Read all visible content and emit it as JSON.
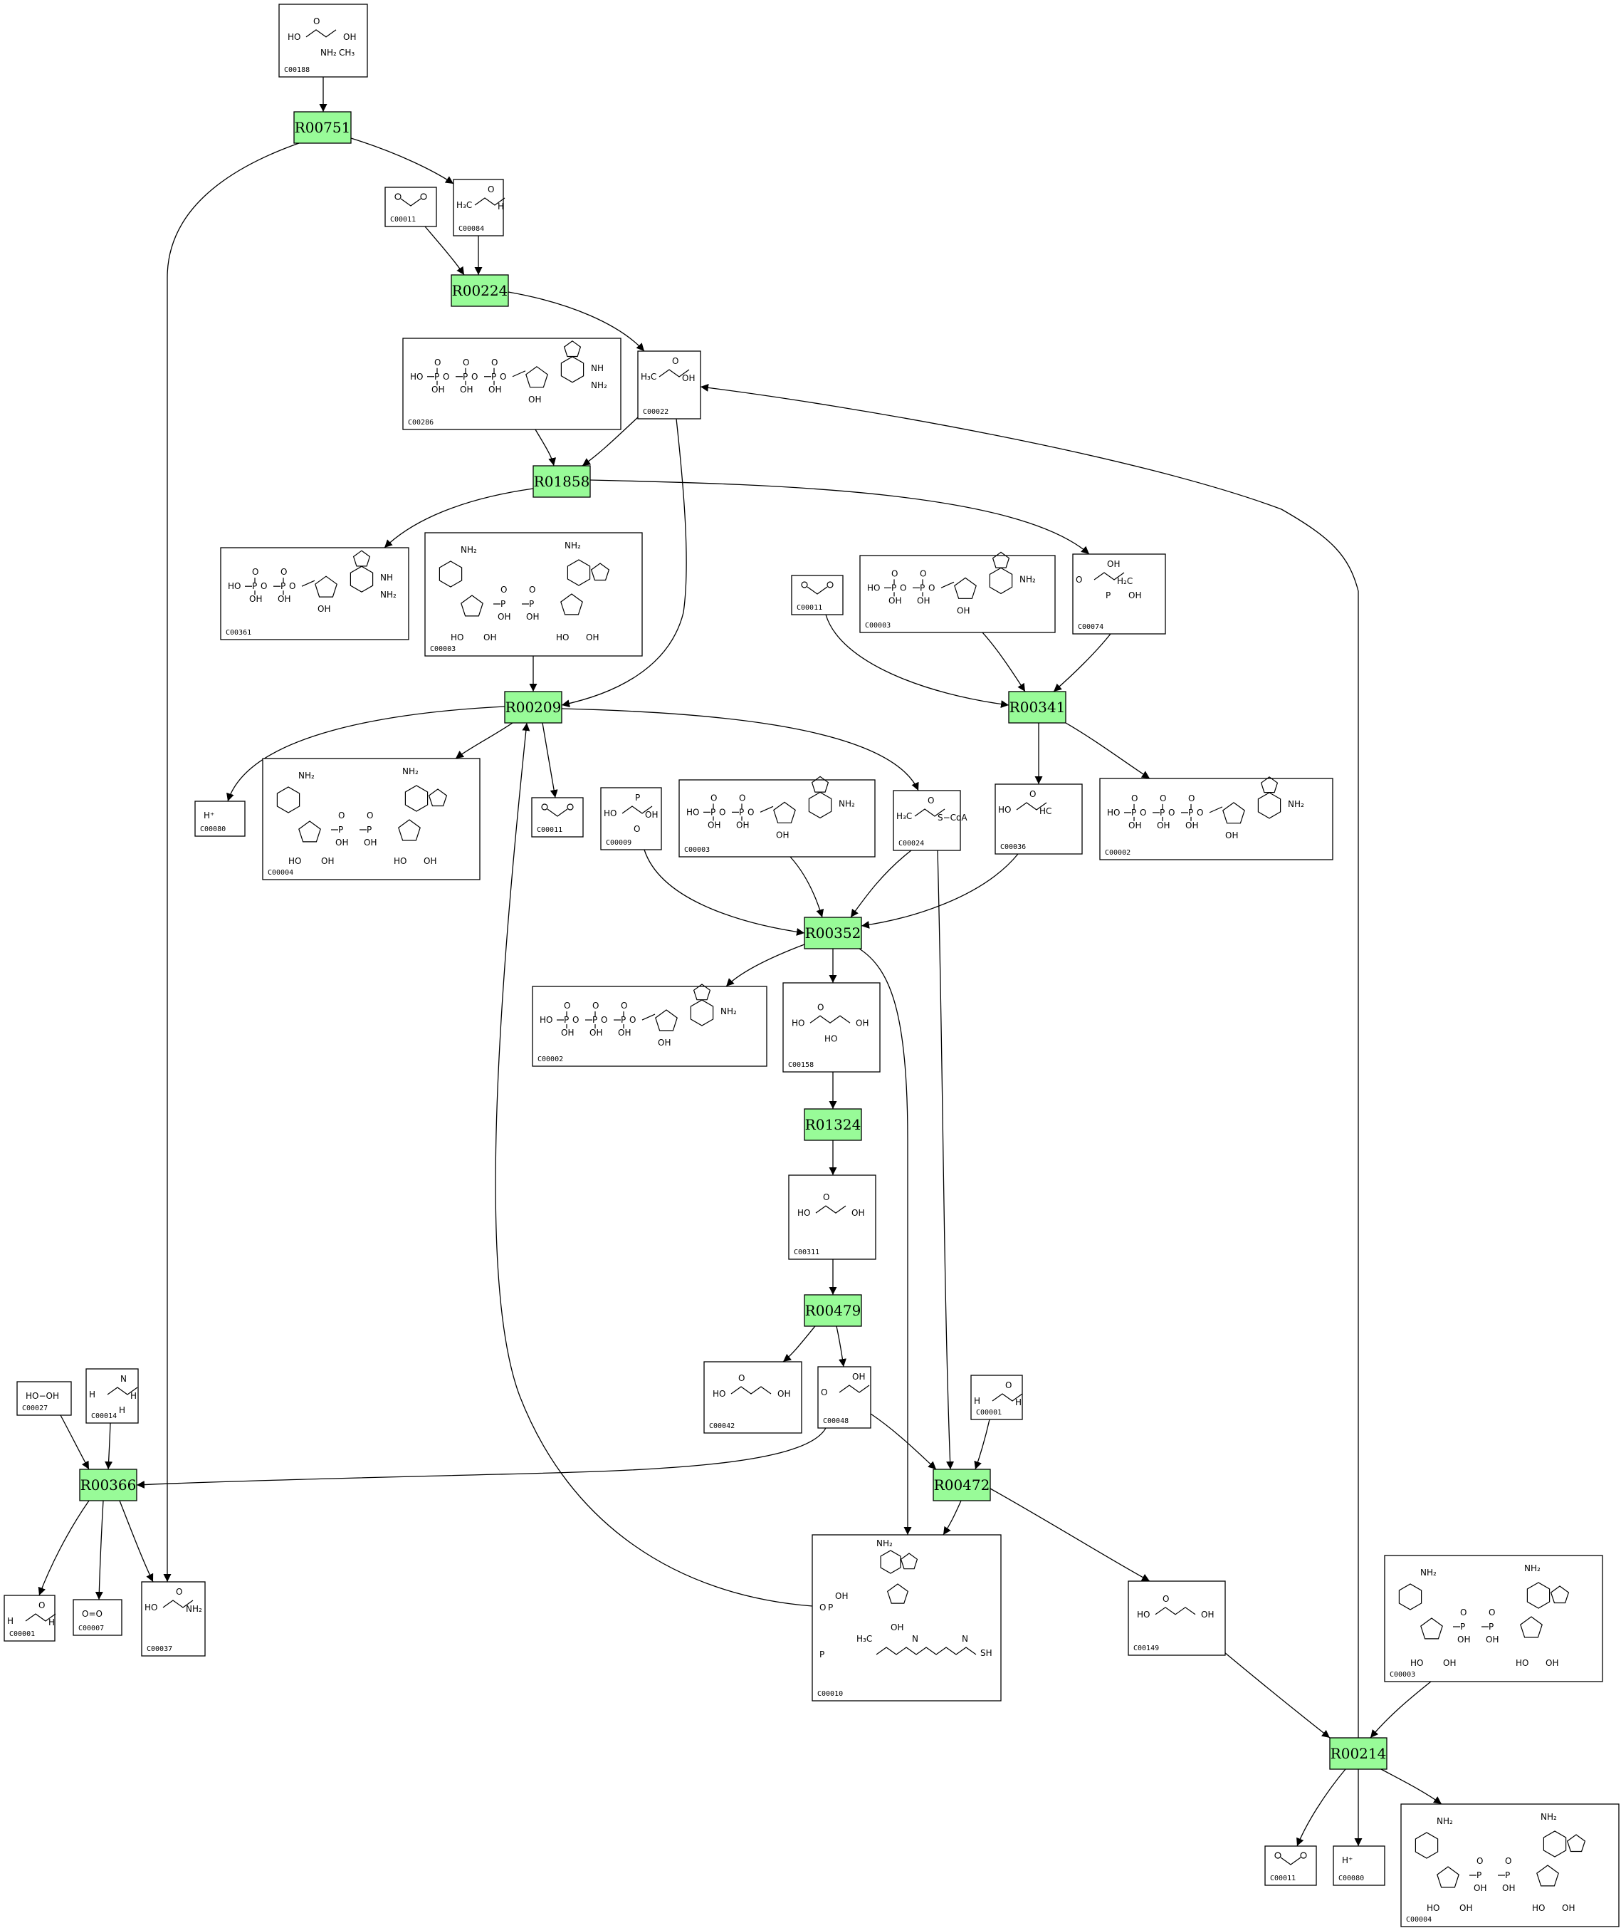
{
  "reactions": [
    {
      "id": "R00751",
      "label": "R00751"
    },
    {
      "id": "R00224",
      "label": "R00224"
    },
    {
      "id": "R01858",
      "label": "R01858"
    },
    {
      "id": "R00209",
      "label": "R00209"
    },
    {
      "id": "R00341",
      "label": "R00341"
    },
    {
      "id": "R00352",
      "label": "R00352"
    },
    {
      "id": "R01324",
      "label": "R01324"
    },
    {
      "id": "R00479",
      "label": "R00479"
    },
    {
      "id": "R00366",
      "label": "R00366"
    },
    {
      "id": "R00472",
      "label": "R00472"
    },
    {
      "id": "R00214",
      "label": "R00214"
    }
  ],
  "compounds": [
    {
      "id": "n1",
      "label": "C00188",
      "kind": "chain",
      "text": [
        "HO",
        "O",
        "OH",
        "NH₂",
        "CH₃"
      ]
    },
    {
      "id": "n2",
      "label": "C00011",
      "kind": "co2",
      "text": []
    },
    {
      "id": "n3",
      "label": "C00084",
      "kind": "small",
      "text": [
        "H₃C",
        "O",
        "H"
      ]
    },
    {
      "id": "n4",
      "label": "C00286",
      "kind": "nucleotide",
      "text": [
        "HO",
        "P",
        "O",
        "OH",
        "NH",
        "NH₂"
      ]
    },
    {
      "id": "n5",
      "label": "C00022",
      "kind": "small",
      "text": [
        "H₃C",
        "O",
        "OH"
      ]
    },
    {
      "id": "n6",
      "label": "C00361",
      "kind": "nucleotide",
      "text": [
        "HO",
        "P",
        "O",
        "OH",
        "NH",
        "NH₂"
      ]
    },
    {
      "id": "n7",
      "label": "C00003",
      "kind": "dinucleotide",
      "text": [
        "NH₂",
        "O",
        "P",
        "HO",
        "OH"
      ]
    },
    {
      "id": "n8",
      "label": "C00011",
      "kind": "co2",
      "text": []
    },
    {
      "id": "n9",
      "label": "C00003",
      "kind": "nucleotide",
      "text": [
        "HO",
        "P",
        "O",
        "OH",
        "NH₂"
      ]
    },
    {
      "id": "n10",
      "label": "C00074",
      "kind": "small",
      "text": [
        "O",
        "OH",
        "H₂C",
        "P",
        "OH"
      ]
    },
    {
      "id": "n11",
      "label": "C00080",
      "kind": "text",
      "text": [
        "H⁺"
      ]
    },
    {
      "id": "n12",
      "label": "C00004",
      "kind": "dinucleotide",
      "text": [
        "NH₂",
        "O",
        "P",
        "HO",
        "OH"
      ]
    },
    {
      "id": "n13",
      "label": "C00011",
      "kind": "co2",
      "text": []
    },
    {
      "id": "n14",
      "label": "C00009",
      "kind": "small",
      "text": [
        "HO",
        "P",
        "OH",
        "O"
      ]
    },
    {
      "id": "n15",
      "label": "C00003",
      "kind": "nucleotide",
      "text": [
        "HO",
        "P",
        "O",
        "OH",
        "NH₂"
      ]
    },
    {
      "id": "n16",
      "label": "C00024",
      "kind": "small",
      "text": [
        "H₃C",
        "O",
        "S−CoA"
      ]
    },
    {
      "id": "n17",
      "label": "C00036",
      "kind": "small",
      "text": [
        "HO",
        "O",
        "HC"
      ]
    },
    {
      "id": "n18",
      "label": "C00002",
      "kind": "nucleotide",
      "text": [
        "HO",
        "P",
        "O",
        "OH",
        "NH₂"
      ]
    },
    {
      "id": "n19",
      "label": "C00002",
      "kind": "nucleotide",
      "text": [
        "HO",
        "P",
        "O",
        "OH",
        "NH₂"
      ]
    },
    {
      "id": "n20",
      "label": "C00158",
      "kind": "chain",
      "text": [
        "HO",
        "O",
        "OH",
        "HO"
      ]
    },
    {
      "id": "n21",
      "label": "C00311",
      "kind": "chain",
      "text": [
        "HO",
        "O",
        "OH"
      ]
    },
    {
      "id": "n22",
      "label": "C00042",
      "kind": "chain",
      "text": [
        "HO",
        "O",
        "OH"
      ]
    },
    {
      "id": "n23",
      "label": "C00048",
      "kind": "small",
      "text": [
        "O",
        "OH"
      ]
    },
    {
      "id": "n24",
      "label": "C00001",
      "kind": "small",
      "text": [
        "H",
        "O",
        "H"
      ]
    },
    {
      "id": "n25",
      "label": "C00027",
      "kind": "text",
      "text": [
        "HO−OH"
      ]
    },
    {
      "id": "n26",
      "label": "C00014",
      "kind": "small",
      "text": [
        "H",
        "N",
        "H",
        "H"
      ]
    },
    {
      "id": "n27",
      "label": "C00001",
      "kind": "small",
      "text": [
        "H",
        "O",
        "H"
      ]
    },
    {
      "id": "n28",
      "label": "C00007",
      "kind": "text",
      "text": [
        "O=O"
      ]
    },
    {
      "id": "n29",
      "label": "C00037",
      "kind": "small",
      "text": [
        "HO",
        "O",
        "NH₂"
      ]
    },
    {
      "id": "n30",
      "label": "C00010",
      "kind": "coa",
      "text": [
        "NH₂",
        "OH",
        "O",
        "P",
        "HO",
        "H₃C",
        "N",
        "SH"
      ]
    },
    {
      "id": "n31",
      "label": "C00149",
      "kind": "chain",
      "text": [
        "HO",
        "O",
        "OH"
      ]
    },
    {
      "id": "n32",
      "label": "C00003",
      "kind": "dinucleotide",
      "text": [
        "NH₂",
        "O",
        "P",
        "HO",
        "OH"
      ]
    },
    {
      "id": "n33",
      "label": "C00011",
      "kind": "co2",
      "text": []
    },
    {
      "id": "n34",
      "label": "C00080",
      "kind": "text",
      "text": [
        "H⁺"
      ]
    },
    {
      "id": "n35",
      "label": "C00004",
      "kind": "dinucleotide",
      "text": [
        "NH₂",
        "O",
        "P",
        "HO",
        "OH"
      ]
    }
  ]
}
